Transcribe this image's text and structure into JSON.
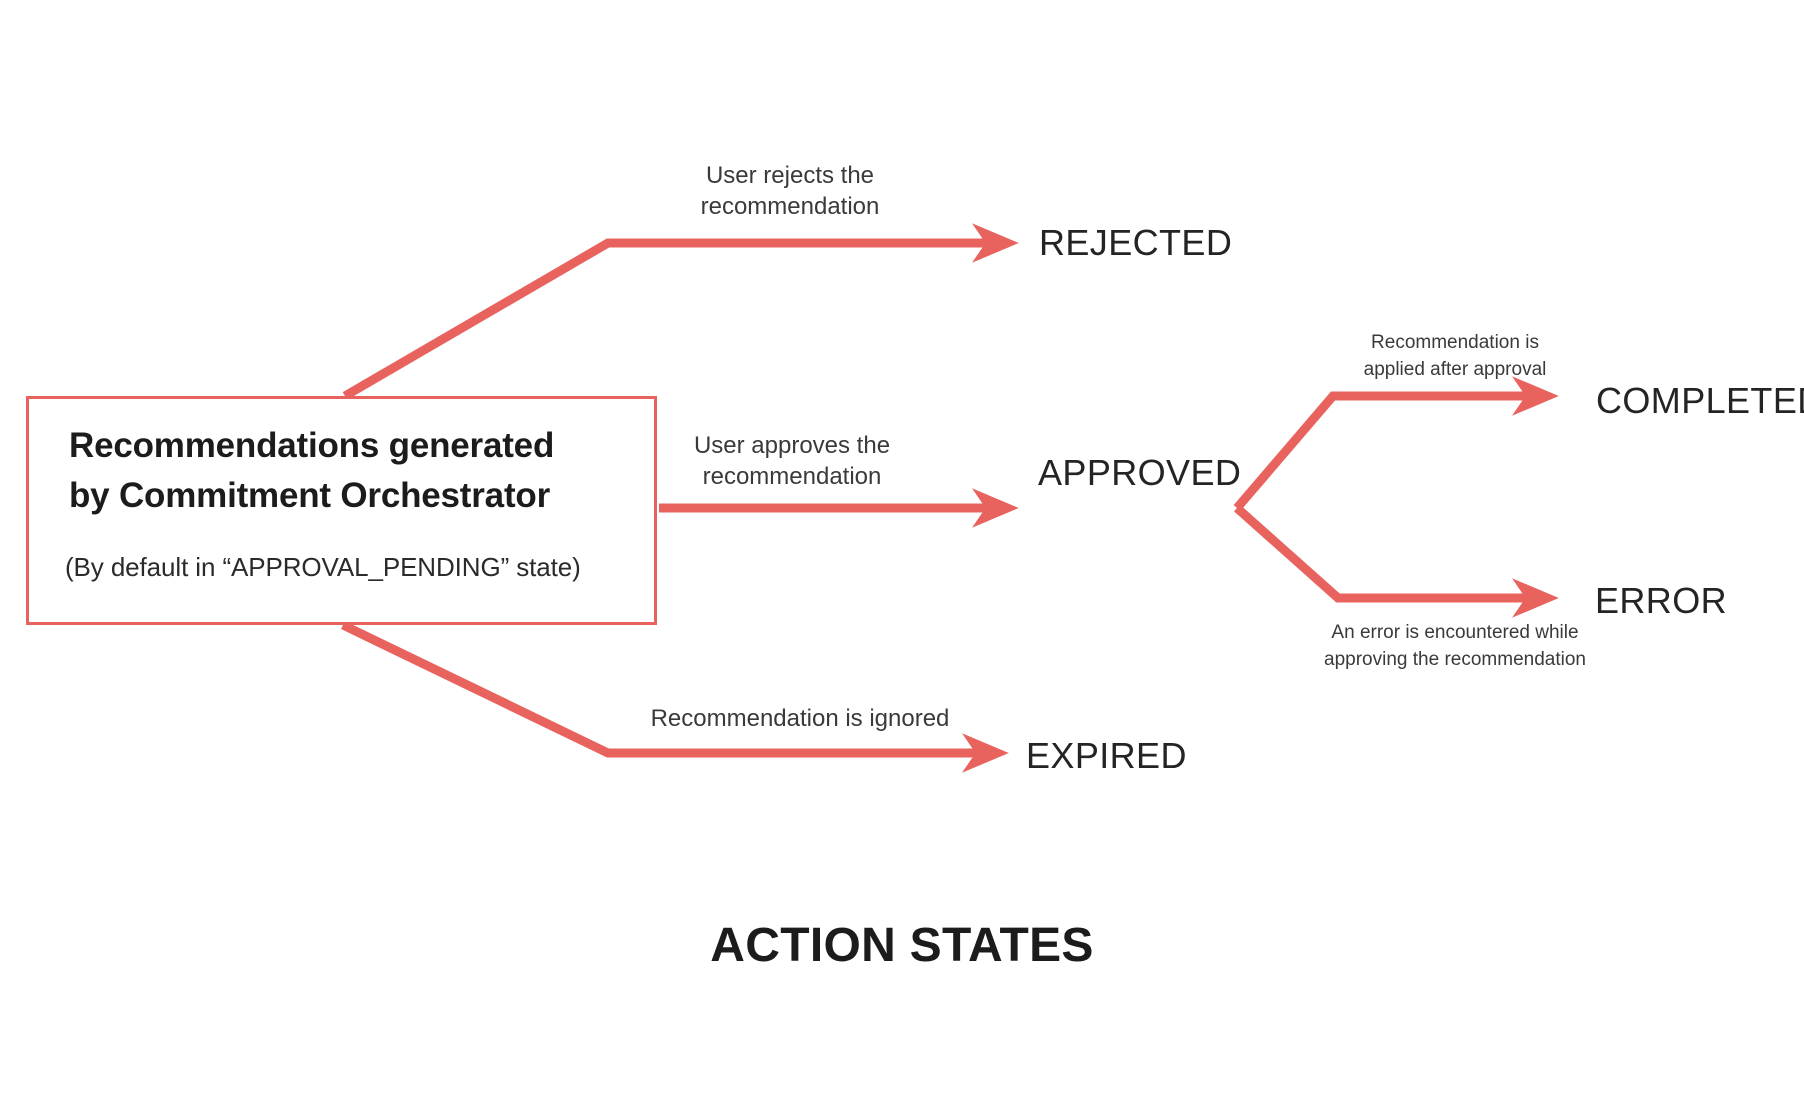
{
  "figure": {
    "title": "ACTION STATES",
    "accent_color": "#E8635E",
    "text_color": "#242424",
    "background": "#ffffff"
  },
  "source": {
    "title_line1": "Recommendations generated",
    "title_line2": "by Commitment Orchestrator",
    "subtitle": "(By default in “APPROVAL_PENDING” state)"
  },
  "states": {
    "rejected": "REJECTED",
    "approved": "APPROVED",
    "completed": "COMPLETED",
    "error": "ERROR",
    "expired": "EXPIRED"
  },
  "transitions": {
    "reject": {
      "line1": "User rejects the",
      "line2": "recommendation"
    },
    "approve": {
      "line1": "User approves the",
      "line2": "recommendation"
    },
    "expire": {
      "line1": "Recommendation is ignored",
      "line2": ""
    },
    "applied": {
      "line1": "Recommendation is",
      "line2": "applied after approval"
    },
    "error": {
      "line1": "An error is encountered while",
      "line2": "approving the recommendation"
    }
  }
}
